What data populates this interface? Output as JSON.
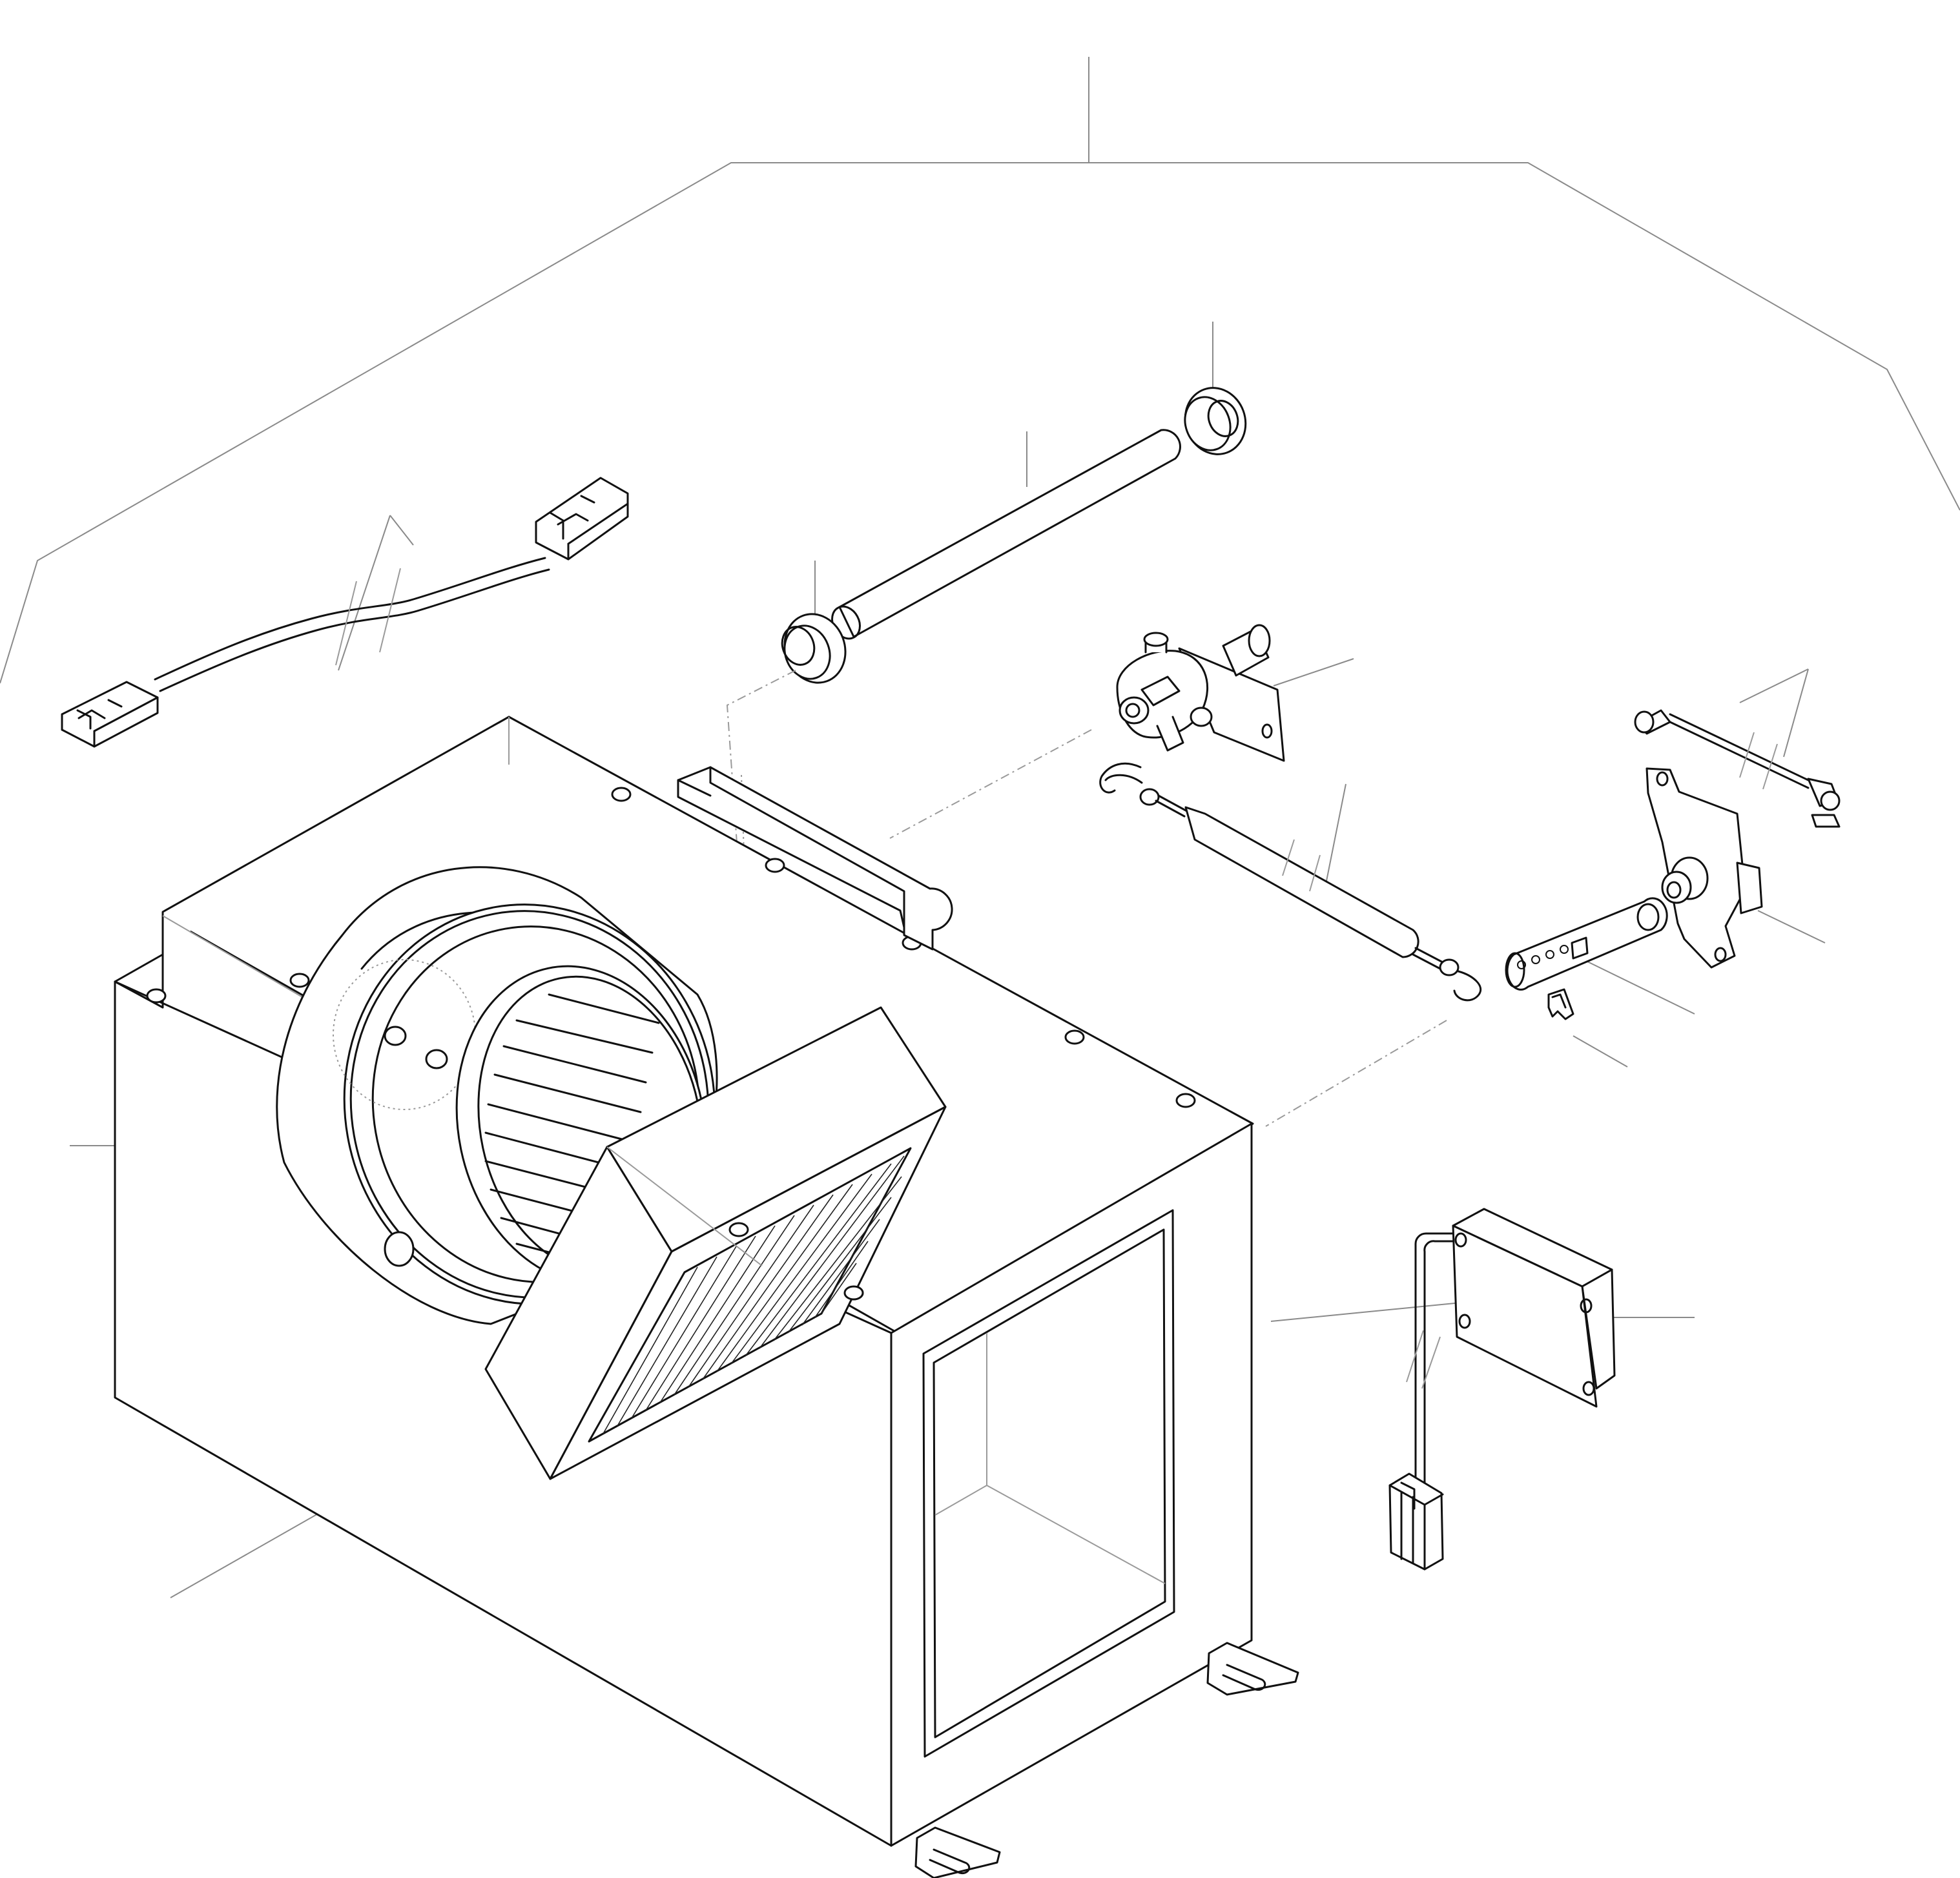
{
  "drawing": {
    "kind": "exploded parts view",
    "colors": {
      "line": "#111111",
      "leader": "#8a8a8a",
      "background": "#ffffff"
    },
    "parts": [
      "wiring-harness",
      "grommet-front",
      "heater-tube",
      "grommet-rear",
      "water-valve",
      "control-cable-valve",
      "control-cable-flap",
      "flap-actuator-bracket",
      "flap-lever",
      "retaining-clip",
      "blower-motor",
      "air-filter",
      "resistor-module",
      "heater-housing"
    ],
    "labels": []
  }
}
